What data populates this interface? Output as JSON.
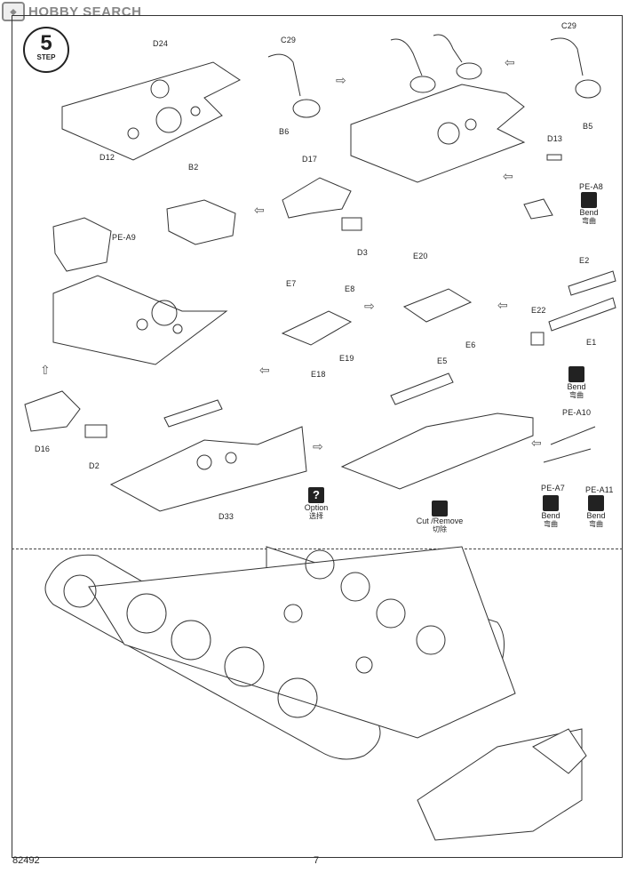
{
  "watermark": {
    "text": "HOBBY SEARCH"
  },
  "step": {
    "number": "5",
    "word": "STEP"
  },
  "labels": {
    "d24": "D24",
    "d12": "D12",
    "b2": "B2",
    "c29_a": "C29",
    "b6": "B6",
    "c29_b": "C29",
    "b5": "B5",
    "d13": "D13",
    "pe_a8": "PE-A8",
    "d17": "D17",
    "d3": "D3",
    "pe_a9": "PE-A9",
    "e7": "E7",
    "e8": "E8",
    "e18": "E18",
    "e19": "E19",
    "e20": "E20",
    "e6": "E6",
    "e2": "E2",
    "e22": "E22",
    "e1": "E1",
    "d16": "D16",
    "d2": "D2",
    "d33": "D33",
    "e5": "E5",
    "pe_a10": "PE-A10",
    "pe_a7": "PE-A7",
    "pe_a11": "PE-A11"
  },
  "icons": {
    "bend_pe_a8": {
      "en": "Bend",
      "cn": "弯曲"
    },
    "bend_top": {
      "en": "Bend",
      "cn": "弯曲"
    },
    "bend_pe_a7": {
      "en": "Bend",
      "cn": "弯曲"
    },
    "bend_pe_a11": {
      "en": "Bend",
      "cn": "弯曲"
    },
    "option": {
      "en": "Option",
      "cn": "选择",
      "glyph": "?"
    },
    "cut_remove": {
      "en": "Cut /Remove",
      "cn": "切除"
    }
  },
  "footer": {
    "code": "82492",
    "page": "7"
  }
}
